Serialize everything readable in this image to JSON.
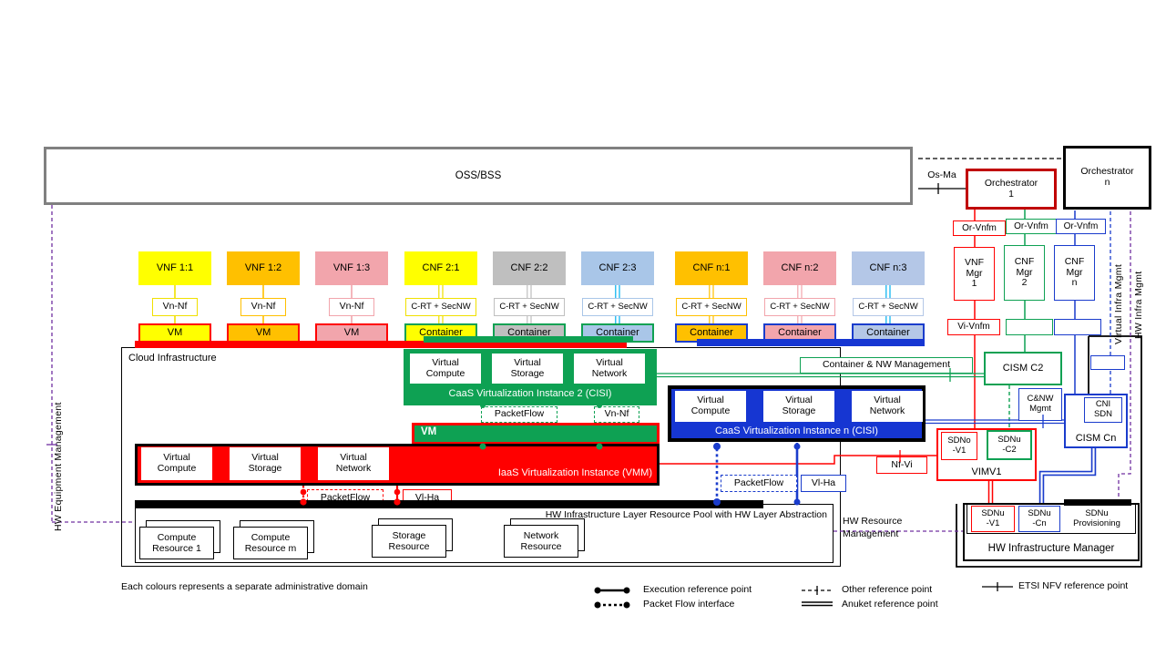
{
  "colors": {
    "red": "#FF0000",
    "dark_red": "#C00000",
    "green": "#0EA153",
    "blue": "#1A3CCC",
    "cyan": "#00B0F0",
    "purple": "#7030A0",
    "yellow": "#FFFF00",
    "orange": "#FFC000",
    "pink": "#F2A5AC",
    "gray": "#BFBFBF",
    "light_blue": "#A9C6E8",
    "light_blue_2": "#B4C7E7",
    "oss_border": "#808080"
  },
  "top": {
    "oss_bss": "OSS/BSS",
    "os_ma": "Os-Ma",
    "orchestrator_1": "Orchestrator\n1",
    "orchestrator_n": "Orchestrator\nn"
  },
  "mano": {
    "or_vnfm_1": "Or-Vnfm",
    "or_vnfm_2": "Or-Vnfm",
    "or_vnfm_3": "Or-Vnfm",
    "vnf_mgr_1": "VNF\nMgr\n1",
    "cnf_mgr_2": "CNF\nMgr\n2",
    "cnf_mgr_n": "CNF\nMgr\nn",
    "vi_vnfm": "Vi-Vnfm"
  },
  "nf": [
    {
      "label": "VNF 1:1",
      "ref": "Vn-Nf",
      "runtime": "VM"
    },
    {
      "label": "VNF 1:2",
      "ref": "Vn-Nf",
      "runtime": "VM"
    },
    {
      "label": "VNF 1:3",
      "ref": "Vn-Nf",
      "runtime": "VM"
    },
    {
      "label": "CNF 2:1",
      "ref": "C-RT + SecNW",
      "runtime": "Container"
    },
    {
      "label": "CNF 2:2",
      "ref": "C-RT + SecNW",
      "runtime": "Container"
    },
    {
      "label": "CNF 2:3",
      "ref": "C-RT + SecNW",
      "runtime": "Container"
    },
    {
      "label": "CNF n:1",
      "ref": "C-RT + SecNW",
      "runtime": "Container"
    },
    {
      "label": "CNF n:2",
      "ref": "C-RT + SecNW",
      "runtime": "Container"
    },
    {
      "label": "CNF n:3",
      "ref": "C-RT + SecNW",
      "runtime": "Container"
    }
  ],
  "cloud": {
    "title": "Cloud  Infrastructure",
    "vres_compute": "Virtual\nCompute",
    "vres_storage": "Virtual\nStorage",
    "vres_network": "Virtual\nNetwork",
    "caas2_caption": "CaaS Virtualization Instance 2 (CISI)",
    "caasn_caption": "CaaS Virtualization Instance n (CISI)",
    "iaas_caption": "IaaS Virtualization Instance (VMM)",
    "vm_label": "VM",
    "packetflow": "PacketFlow",
    "vn_nf": "Vn-Nf",
    "vl_ha": "Vl-Ha",
    "nf_vi": "Nf-Vi",
    "container_nw_mgmt": "Container & NW  Management",
    "pool_caption": "HW Infrastructure Layer Resource Pool with HW Layer Abstraction",
    "resources": [
      "Compute\nResource 1",
      "Compute\nResource m",
      "Storage\nResource",
      "Network\nResource"
    ]
  },
  "right": {
    "cism_c2": "CISM C2",
    "cnw_mgmt": "C&NW\nMgmt",
    "cni_sdn": "CNI\nSDN",
    "cism_cn": "CISM Cn",
    "sdno_v1": "SDNo\n-V1",
    "sdnu_c2": "SDNu\n-C2",
    "vim_v1": "VIMV1",
    "sdnu_v1": "SDNu\n-V1",
    "sdnu_cn": "SDNu\n-Cn",
    "sdnu_provisioning": "SDNu\nProvisioning",
    "hw_infra_manager": "HW Infrastructure Manager"
  },
  "side": {
    "hw_equipment_management": "HW Equipment Management",
    "virtual_infra_mgmt": "Virtual Infra Mgmt",
    "hw_infra_mgmt": "HW Infra Mgmt",
    "hw_resource_management": "HW Resource\nManagement"
  },
  "legend": {
    "execution": "Execution reference point",
    "packet_flow": "Packet Flow interface",
    "other": "Other reference point",
    "anuket": "Anuket reference point",
    "etsi": "ETSI NFV reference point"
  },
  "note": "Each colours represents a separate administrative domain"
}
